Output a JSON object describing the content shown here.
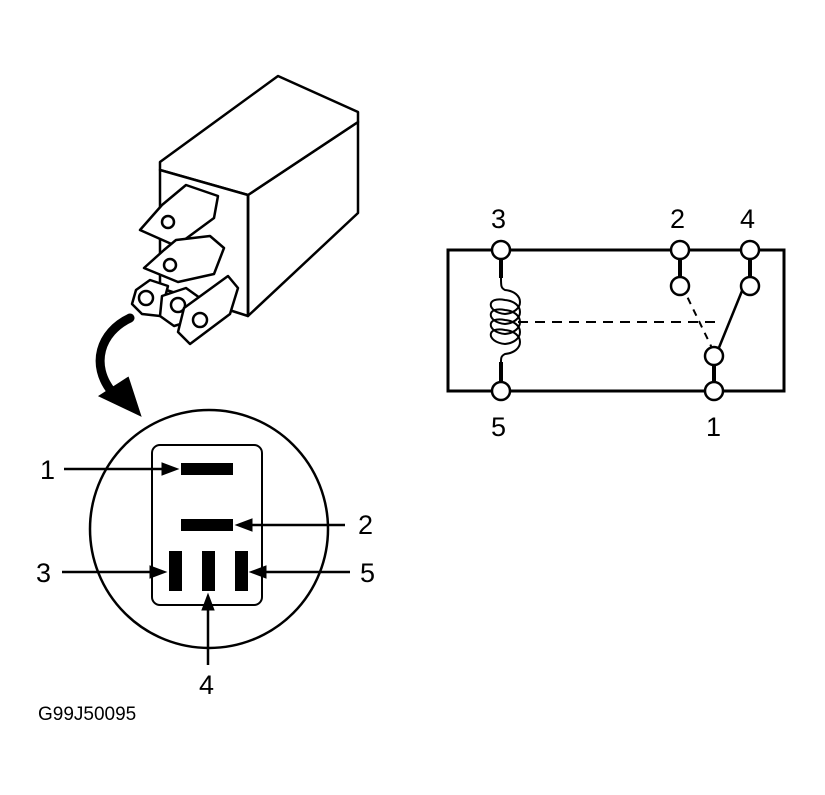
{
  "connector_view": {
    "pin_labels": [
      "1",
      "2",
      "3",
      "4",
      "5"
    ]
  },
  "schematic": {
    "terminal_labels": [
      "3",
      "2",
      "4",
      "5",
      "1"
    ]
  },
  "figure_code": "G99J50095"
}
